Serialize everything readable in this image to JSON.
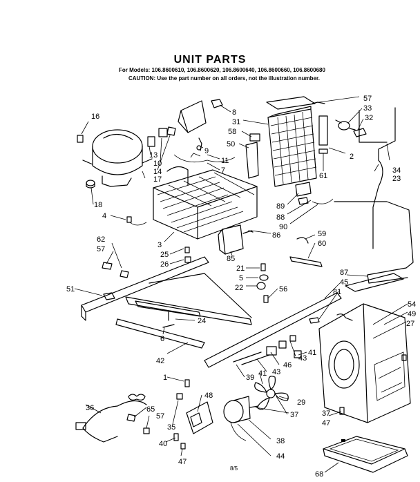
{
  "header": {
    "title": "UNIT PARTS",
    "models": "For Models: 106.8600610, 106.8600620, 106.8600640, 106.8600660, 106.8600680",
    "caution": "CAUTION: Use the part number on all orders, not the illustration number.",
    "page_marker": "8/5"
  },
  "callouts": [
    {
      "id": "c16",
      "label": "16"
    },
    {
      "id": "c18",
      "label": "18"
    },
    {
      "id": "c4",
      "label": "4"
    },
    {
      "id": "c13",
      "label": "13"
    },
    {
      "id": "c10",
      "label": "10"
    },
    {
      "id": "c14",
      "label": "14"
    },
    {
      "id": "c17",
      "label": "17"
    },
    {
      "id": "c8",
      "label": "8"
    },
    {
      "id": "c9",
      "label": "9"
    },
    {
      "id": "c11",
      "label": "11"
    },
    {
      "id": "c7",
      "label": "7"
    },
    {
      "id": "c31",
      "label": "31"
    },
    {
      "id": "c58",
      "label": "58"
    },
    {
      "id": "c50",
      "label": "50"
    },
    {
      "id": "c57a",
      "label": "57"
    },
    {
      "id": "c33",
      "label": "33"
    },
    {
      "id": "c32",
      "label": "32"
    },
    {
      "id": "c2",
      "label": "2"
    },
    {
      "id": "c61",
      "label": "61"
    },
    {
      "id": "c34",
      "label": "34"
    },
    {
      "id": "c23",
      "label": "23"
    },
    {
      "id": "c89",
      "label": "89"
    },
    {
      "id": "c88",
      "label": "88"
    },
    {
      "id": "c90",
      "label": "90"
    },
    {
      "id": "c3",
      "label": "3"
    },
    {
      "id": "c86",
      "label": "86"
    },
    {
      "id": "c59",
      "label": "59"
    },
    {
      "id": "c60",
      "label": "60"
    },
    {
      "id": "c85",
      "label": "85"
    },
    {
      "id": "c62",
      "label": "62"
    },
    {
      "id": "c57b",
      "label": "57"
    },
    {
      "id": "c25",
      "label": "25"
    },
    {
      "id": "c26",
      "label": "26"
    },
    {
      "id": "c21",
      "label": "21"
    },
    {
      "id": "c5",
      "label": "5"
    },
    {
      "id": "c22",
      "label": "22"
    },
    {
      "id": "c56",
      "label": "56"
    },
    {
      "id": "c87",
      "label": "87"
    },
    {
      "id": "c45",
      "label": "45"
    },
    {
      "id": "c81",
      "label": "81"
    },
    {
      "id": "c51",
      "label": "51"
    },
    {
      "id": "c24",
      "label": "24"
    },
    {
      "id": "c6",
      "label": "6"
    },
    {
      "id": "c42",
      "label": "42"
    },
    {
      "id": "c54",
      "label": "54"
    },
    {
      "id": "c49",
      "label": "49"
    },
    {
      "id": "c27",
      "label": "27"
    },
    {
      "id": "c43a",
      "label": "43"
    },
    {
      "id": "c41a",
      "label": "41"
    },
    {
      "id": "c46",
      "label": "46"
    },
    {
      "id": "c43b",
      "label": "43"
    },
    {
      "id": "c39",
      "label": "39"
    },
    {
      "id": "c41b",
      "label": "41"
    },
    {
      "id": "c1",
      "label": "1"
    },
    {
      "id": "c48",
      "label": "48"
    },
    {
      "id": "c36",
      "label": "36"
    },
    {
      "id": "c65",
      "label": "65"
    },
    {
      "id": "c57c",
      "label": "57"
    },
    {
      "id": "c35",
      "label": "35"
    },
    {
      "id": "c29",
      "label": "29"
    },
    {
      "id": "c37a",
      "label": "37"
    },
    {
      "id": "c37b",
      "label": "37"
    },
    {
      "id": "c47a",
      "label": "47"
    },
    {
      "id": "c40",
      "label": "40"
    },
    {
      "id": "c47b",
      "label": "47"
    },
    {
      "id": "c38",
      "label": "38"
    },
    {
      "id": "c44",
      "label": "44"
    },
    {
      "id": "c68",
      "label": "68"
    }
  ]
}
